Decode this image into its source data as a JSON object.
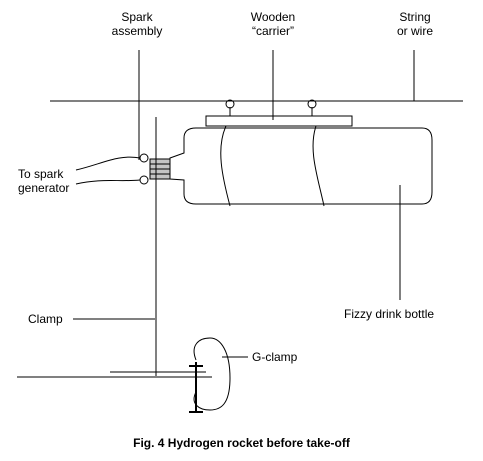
{
  "labels": {
    "spark_line1": "Spark",
    "spark_line2": "assembly",
    "carrier_line1": "Wooden",
    "carrier_line2": "“carrier”",
    "string_line1": "String",
    "string_line2": "or wire",
    "generator_line1": "To spark",
    "generator_line2": "generator",
    "clamp": "Clamp",
    "bottle": "Fizzy drink bottle",
    "gclamp": "G-clamp"
  },
  "caption": "Fig. 4 Hydrogen rocket before take-off",
  "colors": {
    "line": "#000000",
    "bung_fill": "#c4c4c4",
    "background": "#ffffff"
  }
}
